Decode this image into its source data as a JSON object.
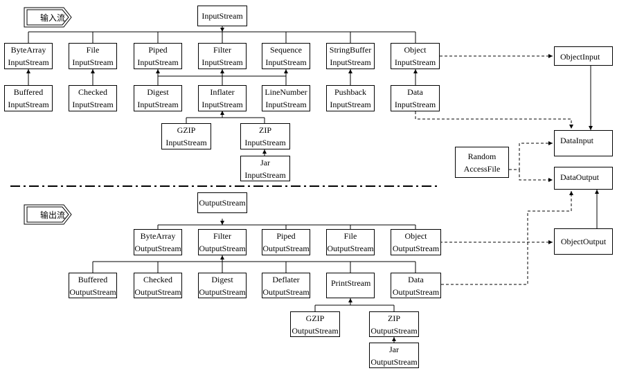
{
  "input_tag": "输入流",
  "output_tag": "输出流",
  "input": {
    "root": [
      "InputStream"
    ],
    "level1": {
      "bytearray": [
        "ByteArray",
        "InputStream"
      ],
      "file": [
        "File",
        "InputStream"
      ],
      "piped": [
        "Piped",
        "InputStream"
      ],
      "filter": [
        "Filter",
        "InputStream"
      ],
      "sequence": [
        "Sequence",
        "InputStream"
      ],
      "stringbuffer": [
        "StringBuffer",
        "InputStream"
      ],
      "object": [
        "Object",
        "InputStream"
      ]
    },
    "level2": {
      "buffered": [
        "Buffered",
        "InputStream"
      ],
      "checked": [
        "Checked",
        "InputStream"
      ],
      "digest": [
        "Digest",
        "InputStream"
      ],
      "inflater": [
        "Inflater",
        "InputStream"
      ],
      "linenumber": [
        "LineNumber",
        "InputStream"
      ],
      "pushback": [
        "Pushback",
        "InputStream"
      ],
      "data": [
        "Data",
        "InputStream"
      ]
    },
    "gzip": [
      "GZIP",
      "InputStream"
    ],
    "zip": [
      "ZIP",
      "InputStream"
    ],
    "jar": [
      "Jar",
      "InputStream"
    ]
  },
  "output": {
    "root": [
      "OutputStream"
    ],
    "level1": {
      "bytearray": [
        "ByteArray",
        "OutputStream"
      ],
      "filter": [
        "Filter",
        "OutputStream"
      ],
      "piped": [
        "Piped",
        "OutputStream"
      ],
      "file": [
        "File",
        "OutputStream"
      ],
      "object": [
        "Object",
        "OutputStream"
      ]
    },
    "level2": {
      "buffered": [
        "Buffered",
        "OutputStream"
      ],
      "checked": [
        "Checked",
        "OutputStream"
      ],
      "digest": [
        "Digest",
        "OutputStream"
      ],
      "deflater": [
        "Deflater",
        "OutputStream"
      ],
      "printstream": [
        "PrintStream"
      ],
      "data": [
        "Data",
        "OutputStream"
      ]
    },
    "gzip": [
      "GZIP",
      "OutputStream"
    ],
    "zip": [
      "ZIP",
      "OutputStream"
    ],
    "jar": [
      "Jar",
      "OutputStream"
    ]
  },
  "interfaces": {
    "objectinput": [
      "ObjectInput"
    ],
    "datainput": [
      "DataInput"
    ],
    "dataoutput": [
      "DataOutput"
    ],
    "objectoutput": [
      "ObjectOutput"
    ],
    "random": [
      "Random",
      "AccessFile"
    ]
  }
}
